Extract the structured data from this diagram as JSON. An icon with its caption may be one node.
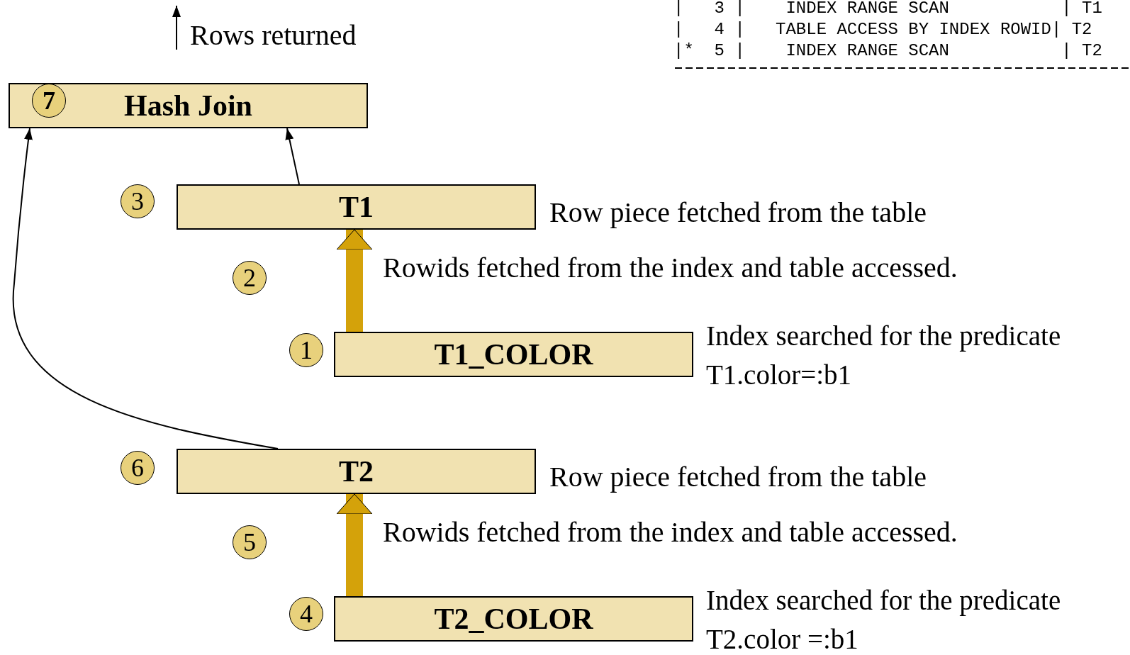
{
  "diagram": {
    "nodes": [
      {
        "text": [
          "Hash Join"
        ]
      },
      {
        "text": [
          "7"
        ],
        "in": 0
      },
      {
        "text": [
          "3"
        ]
      },
      {
        "text": [
          "T1"
        ],
        "beside": [
          "Row piece fetched from the table"
        ]
      },
      {
        "text": [
          "2"
        ]
      },
      {
        "text": [
          "1"
        ]
      },
      {
        "text": [
          "T1_COLOR"
        ],
        "beside": [
          "Index searched for the predicate T1.color=:b1"
        ]
      },
      {
        "text": [
          "6"
        ]
      },
      {
        "text": [
          "T2"
        ],
        "beside": [
          "Row piece fetched from the table"
        ]
      },
      {
        "text": [
          "5"
        ]
      },
      {
        "text": [
          "4"
        ]
      },
      {
        "text": [
          "T2_COLOR"
        ],
        "beside": [
          "Index searched for the predicate T2.color =:b1"
        ]
      }
    ],
    "edges": [
      {
        "from": 6,
        "to": 3,
        "arrow": "to",
        "label": "Rowids fetched from the index and table accessed.",
        "style": "thick",
        "color": "#d4a20a"
      },
      {
        "from": 3,
        "to": 0,
        "arrow": "to",
        "color": "#000000"
      },
      {
        "from": 11,
        "to": 8,
        "arrow": "to",
        "label": "Rowids fetched from the index and table accessed.",
        "style": "thick",
        "color": "#d4a20a"
      },
      {
        "from": 8,
        "to": 0,
        "arrow": "to",
        "color": "#000000"
      }
    ],
    "labels": [
      "Rows returned",
      "|   3 |    INDEX RANGE SCAN           | T1",
      "|   4 |   TABLE ACCESS BY INDEX ROWID| T2",
      "|*  5 |    INDEX RANGE SCAN           | T2"
    ]
  }
}
